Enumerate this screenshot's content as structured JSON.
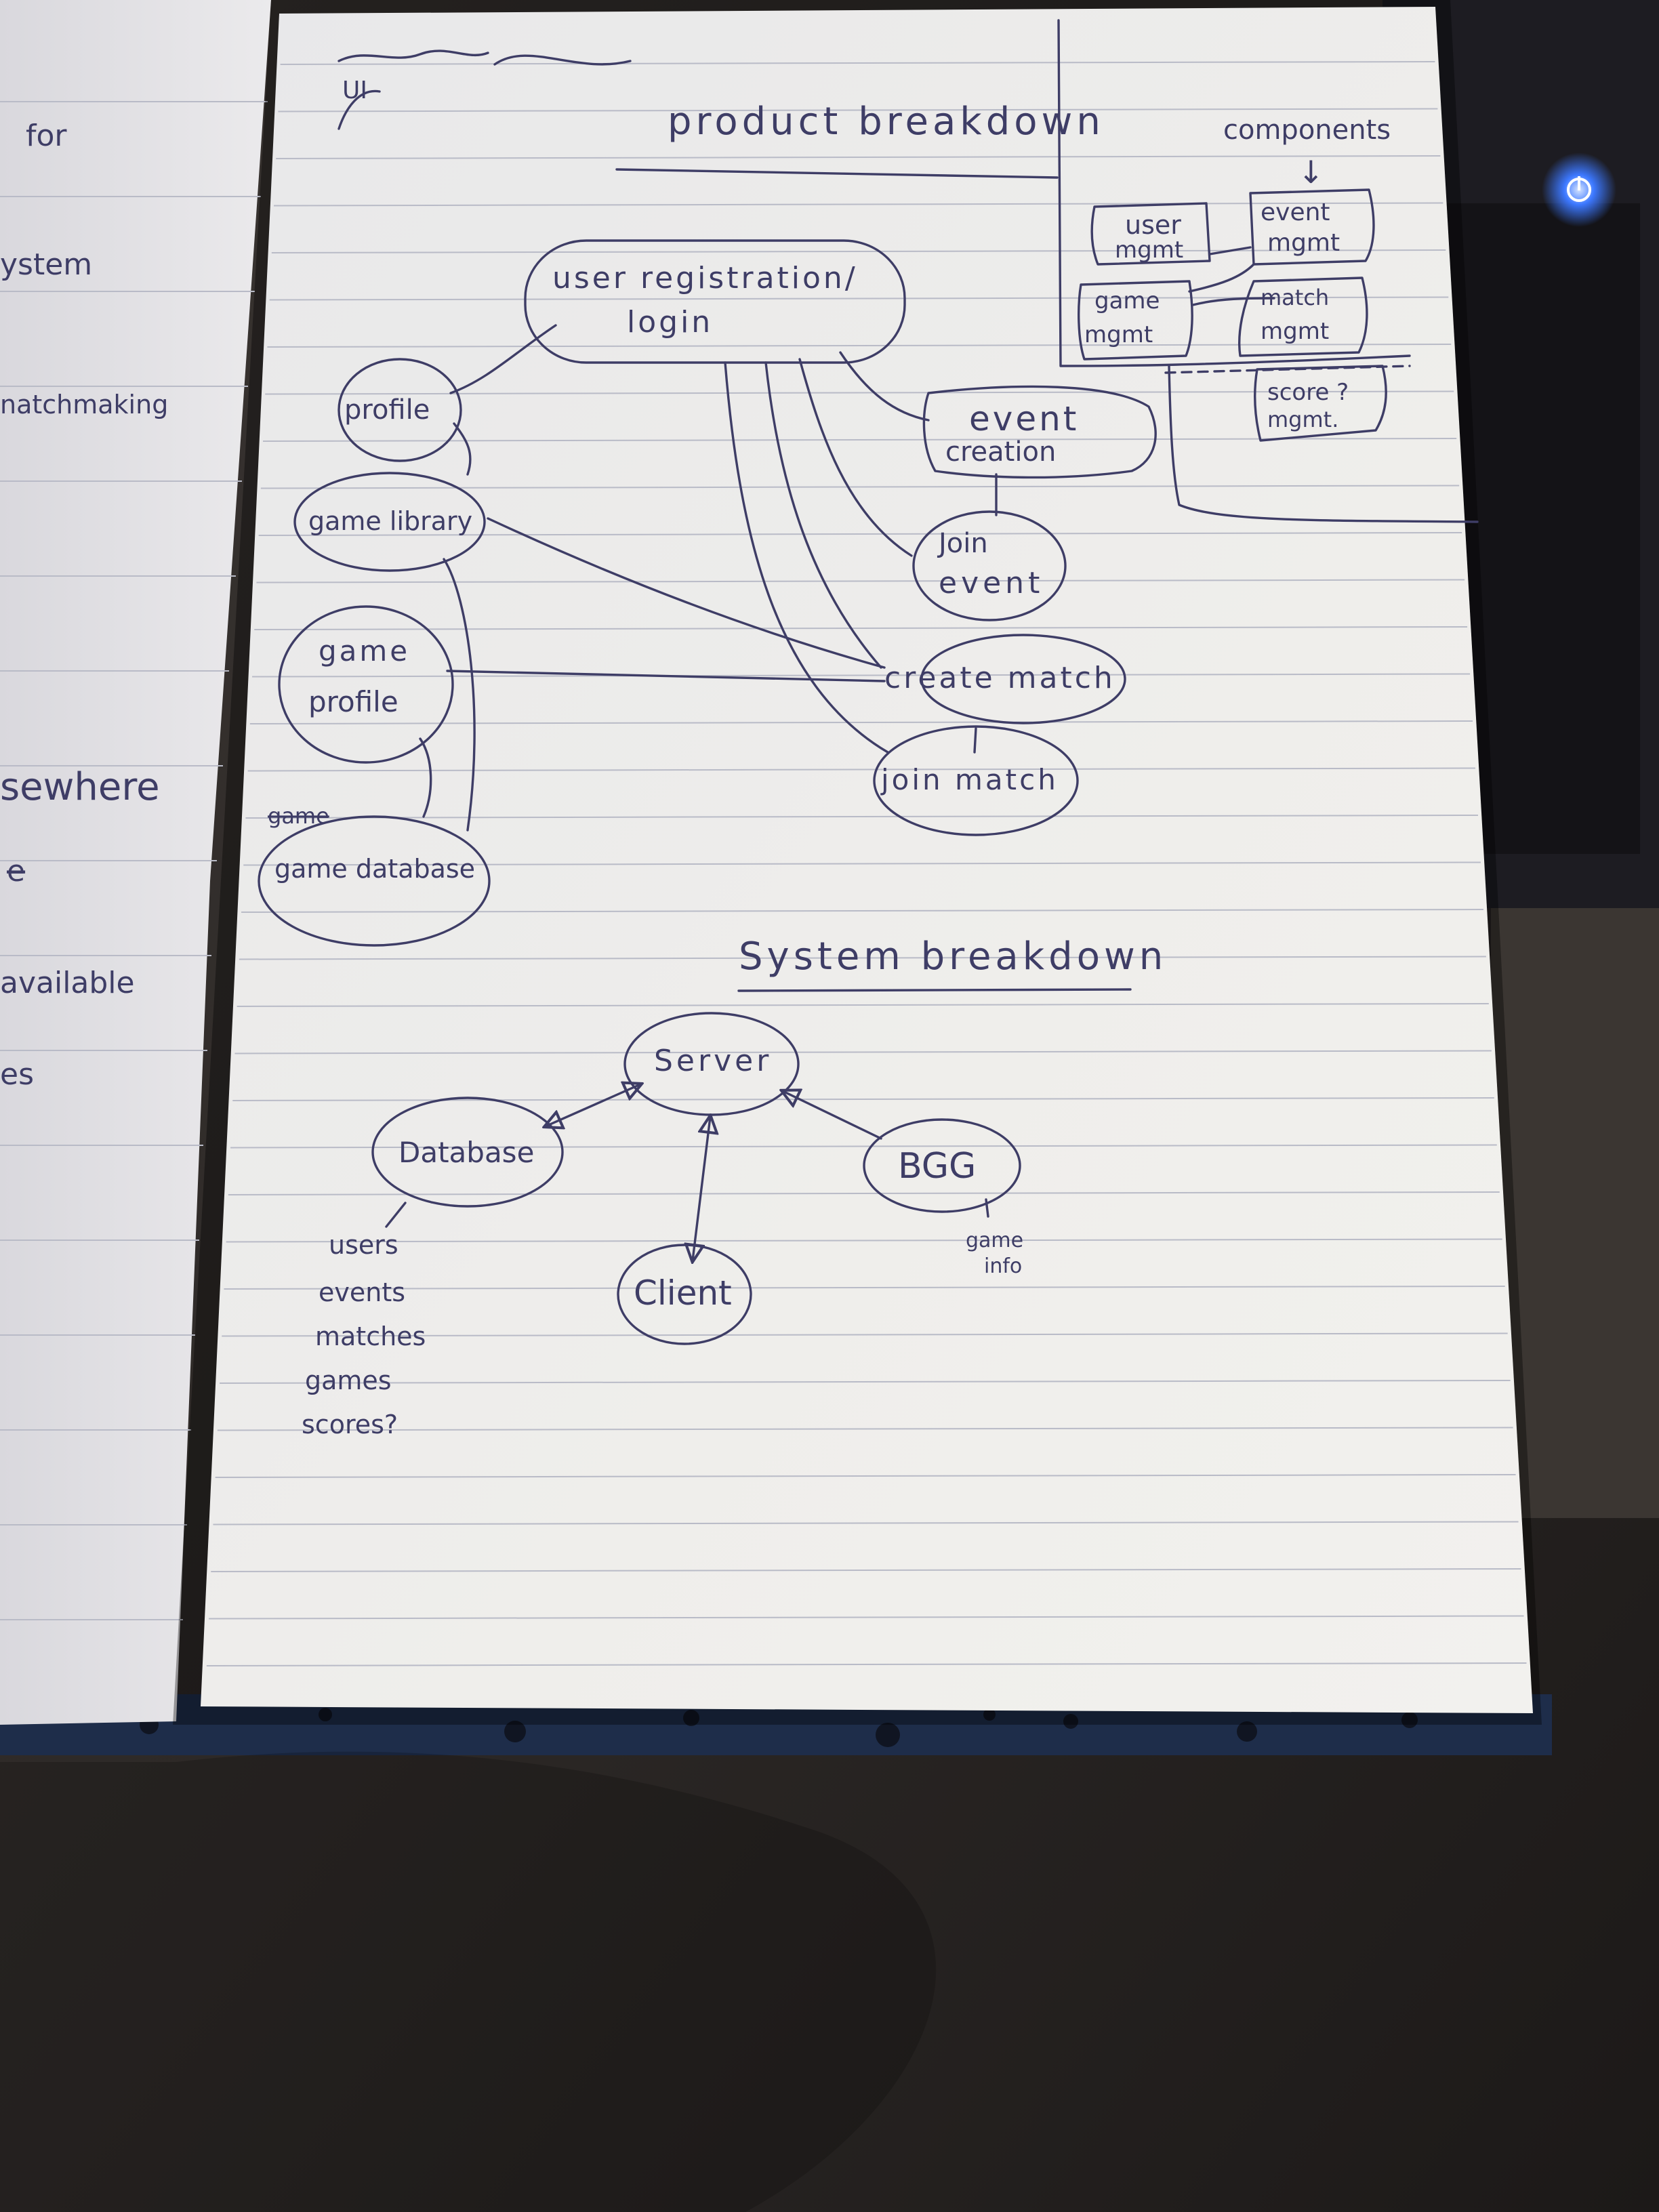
{
  "left_page_fragments": [
    "for",
    "ystem",
    "natchmaking",
    "sewhere",
    "e",
    "available",
    "es"
  ],
  "scribble_top": "UI",
  "product_breakdown": {
    "title": "product breakdown",
    "nodes": {
      "user_registration": [
        "user registration/",
        "login"
      ],
      "profile": "profile",
      "game_library": "game library",
      "game_profile": [
        "game",
        "profile"
      ],
      "game_database": "game database",
      "game_struck": "game",
      "event_creation": [
        "event",
        "creation"
      ],
      "join_event": [
        "Join",
        "event"
      ],
      "create_match": "create match",
      "join_match": "join match"
    }
  },
  "components": {
    "heading": "components",
    "arrow": "↓",
    "boxes": {
      "user_mgmt": [
        "user",
        "mgmt"
      ],
      "event_mgmt": [
        "event",
        "mgmt"
      ],
      "game_mgmt": [
        "game",
        "mgmt"
      ],
      "match_mgmt": [
        "match",
        "mgmt"
      ],
      "score_mgmt": [
        "score ?",
        "mgmt."
      ]
    }
  },
  "system_breakdown": {
    "title": "System breakdown",
    "nodes": {
      "server": "Server",
      "database": "Database",
      "bgg": "BGG",
      "client": "Client"
    },
    "database_notes": [
      "users",
      "events",
      "matches",
      "games",
      "scores?"
    ],
    "bgg_note": [
      "game",
      "info"
    ]
  },
  "colors": {
    "ink": "#3e3d66",
    "paper": "#edecea",
    "left_page": "#e5e4e6",
    "desk": "#262220",
    "power_led": "#3c78ff"
  },
  "icons": [
    "power-icon"
  ]
}
